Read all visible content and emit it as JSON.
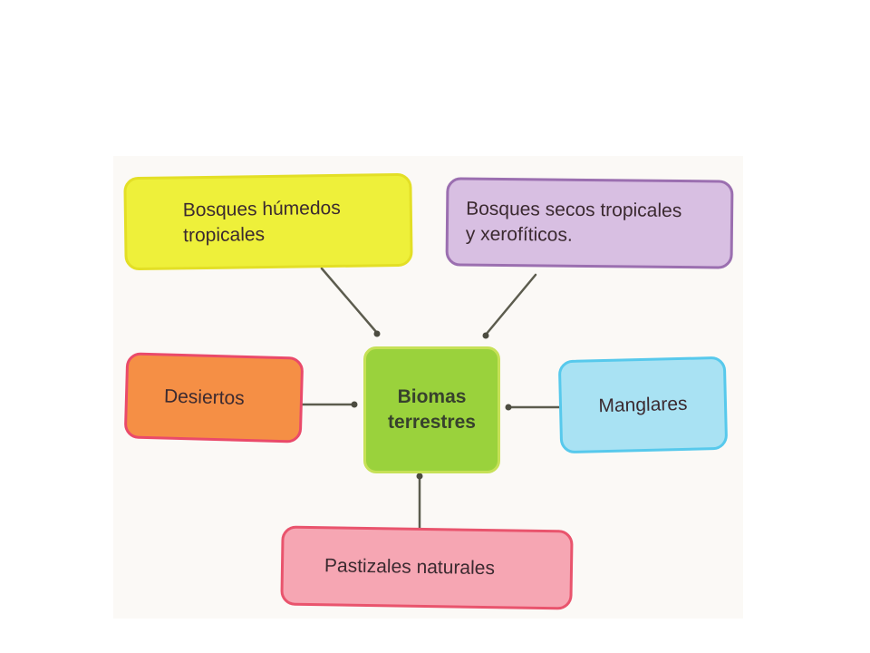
{
  "diagram": {
    "center": {
      "line1": "Biomas",
      "line2": "terrestres"
    },
    "nodes": {
      "bosques_humedos": {
        "line1": "Bosques húmedos",
        "line2": "tropicales"
      },
      "bosques_secos": {
        "line1": "Bosques secos tropicales",
        "line2": "y xerofíticos."
      },
      "desiertos": {
        "label": "Desiertos"
      },
      "manglares": {
        "label": "Manglares"
      },
      "pastizales": {
        "label": "Pastizales naturales"
      }
    }
  },
  "colors": {
    "center_fill": "#9ad23c",
    "bosques_humedos_fill": "#eef03a",
    "bosques_secos_fill": "#d8bfe2",
    "desiertos_fill": "#f58f45",
    "manglares_fill": "#a9e2f3",
    "pastizales_fill": "#f6a6b3",
    "connector": "#5c5c4e"
  }
}
